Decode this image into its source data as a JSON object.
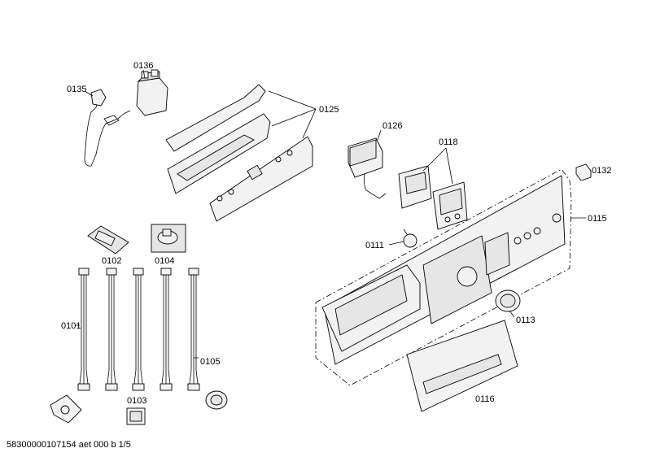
{
  "labels": {
    "p0101": "0101",
    "p0102": "0102",
    "p0103": "0103",
    "p0104": "0104",
    "p0105": "0105",
    "p0111": "0111",
    "p0113": "0113",
    "p0115": "0115",
    "p0116": "0116",
    "p0118": "0118",
    "p0125": "0125",
    "p0126": "0126",
    "p0132": "0132",
    "p0135": "0135",
    "p0136": "0136"
  },
  "footer": "58300000107154 aet 000 b 1/5"
}
